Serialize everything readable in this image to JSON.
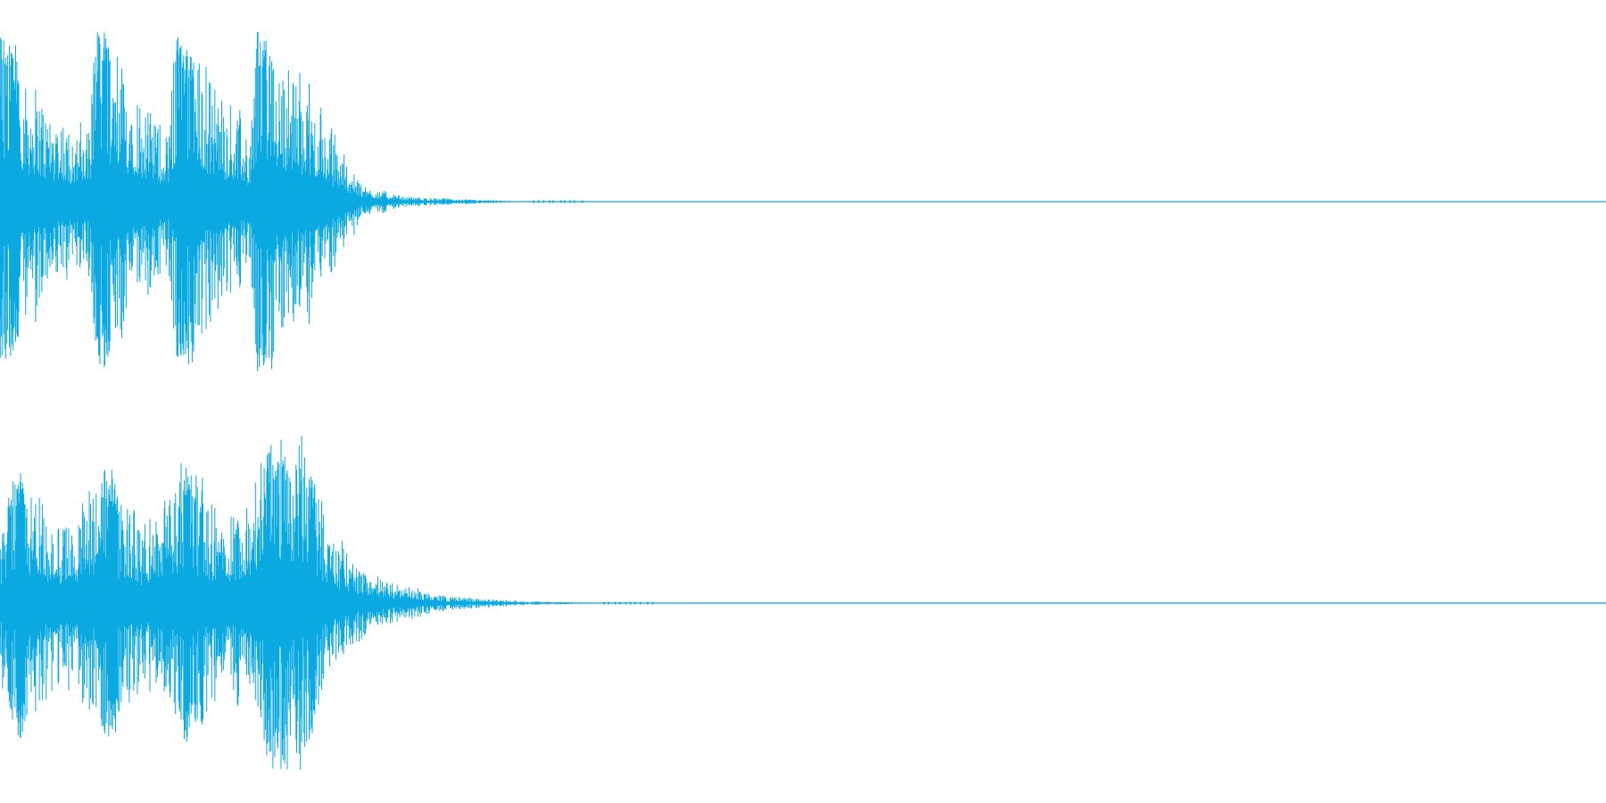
{
  "colors": {
    "waveform": "#0aa9e2",
    "background": "#ffffff"
  },
  "chart_data": {
    "type": "line",
    "grid": false,
    "legend": "none",
    "ylim": [
      -1,
      1
    ],
    "xlim": [
      0,
      1
    ],
    "channels": [
      {
        "bursts": [
          {
            "start": 0.0,
            "peak": 0.95
          },
          {
            "start": 0.057,
            "peak": 0.95
          },
          {
            "start": 0.109,
            "peak": 0.95
          },
          {
            "start": 0.159,
            "peak": 0.95
          }
        ],
        "decay_end": 0.33,
        "envelope": [
          {
            "t": 0.0,
            "amp": 0.95
          },
          {
            "t": 0.03,
            "amp": 0.55
          },
          {
            "t": 0.055,
            "amp": 0.4
          },
          {
            "t": 0.06,
            "amp": 0.95
          },
          {
            "t": 0.09,
            "amp": 0.6
          },
          {
            "t": 0.105,
            "amp": 0.42
          },
          {
            "t": 0.11,
            "amp": 0.95
          },
          {
            "t": 0.14,
            "amp": 0.6
          },
          {
            "t": 0.155,
            "amp": 0.4
          },
          {
            "t": 0.16,
            "amp": 0.95
          },
          {
            "t": 0.19,
            "amp": 0.7
          },
          {
            "t": 0.21,
            "amp": 0.35
          },
          {
            "t": 0.225,
            "amp": 0.1
          },
          {
            "t": 0.25,
            "amp": 0.03
          },
          {
            "t": 0.3,
            "amp": 0.01
          },
          {
            "t": 0.33,
            "amp": 0.0
          }
        ]
      },
      {
        "bursts": [
          {
            "start": 0.005,
            "peak": 0.75
          },
          {
            "start": 0.063,
            "peak": 0.75
          },
          {
            "start": 0.114,
            "peak": 0.78
          },
          {
            "start": 0.166,
            "peak": 0.88
          },
          {
            "start": 0.184,
            "peak": 0.95
          }
        ],
        "decay_end": 0.375,
        "envelope": [
          {
            "t": 0.0,
            "amp": 0.4
          },
          {
            "t": 0.01,
            "amp": 0.75
          },
          {
            "t": 0.04,
            "amp": 0.45
          },
          {
            "t": 0.065,
            "amp": 0.75
          },
          {
            "t": 0.09,
            "amp": 0.45
          },
          {
            "t": 0.115,
            "amp": 0.78
          },
          {
            "t": 0.14,
            "amp": 0.5
          },
          {
            "t": 0.165,
            "amp": 0.85
          },
          {
            "t": 0.185,
            "amp": 0.95
          },
          {
            "t": 0.205,
            "amp": 0.45
          },
          {
            "t": 0.22,
            "amp": 0.25
          },
          {
            "t": 0.24,
            "amp": 0.12
          },
          {
            "t": 0.26,
            "amp": 0.08
          },
          {
            "t": 0.28,
            "amp": 0.04
          },
          {
            "t": 0.32,
            "amp": 0.015
          },
          {
            "t": 0.375,
            "amp": 0.0
          }
        ]
      }
    ]
  }
}
